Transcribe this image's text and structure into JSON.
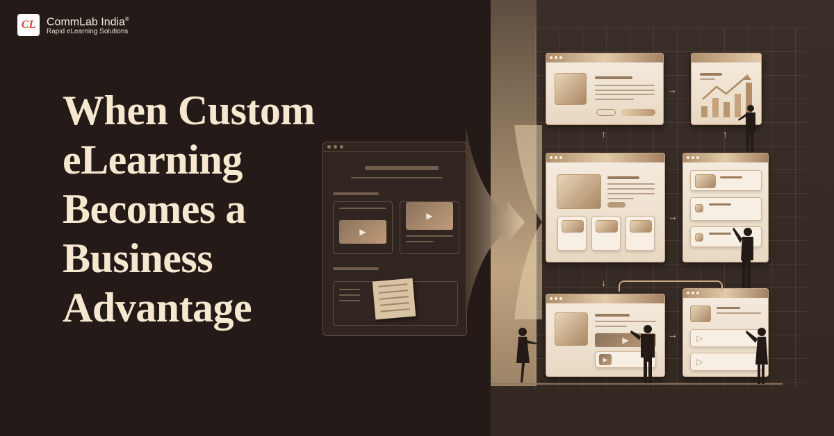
{
  "brand": {
    "logo_mark": "CL",
    "name": "CommLab India",
    "registered": "®",
    "tagline": "Rapid eLearning Solutions"
  },
  "headline": {
    "lines": [
      "When Custom",
      "eLearning",
      "Becomes a",
      "Business",
      "Advantage"
    ]
  },
  "illustration": {
    "left_panel": "generic-elearning-wireframe",
    "right_panel": "custom-elearning-flow",
    "icons": {
      "play": "▶",
      "arrow_right": "→",
      "arrow_up": "↑",
      "arrow_down": "↓"
    }
  },
  "colors": {
    "background_left": "#241a17",
    "background_right": "#3a2e28",
    "headline": "#f6e8d0",
    "card": "#f5ece0",
    "accent": "#b18f6c",
    "logo_red": "#d4452a"
  }
}
